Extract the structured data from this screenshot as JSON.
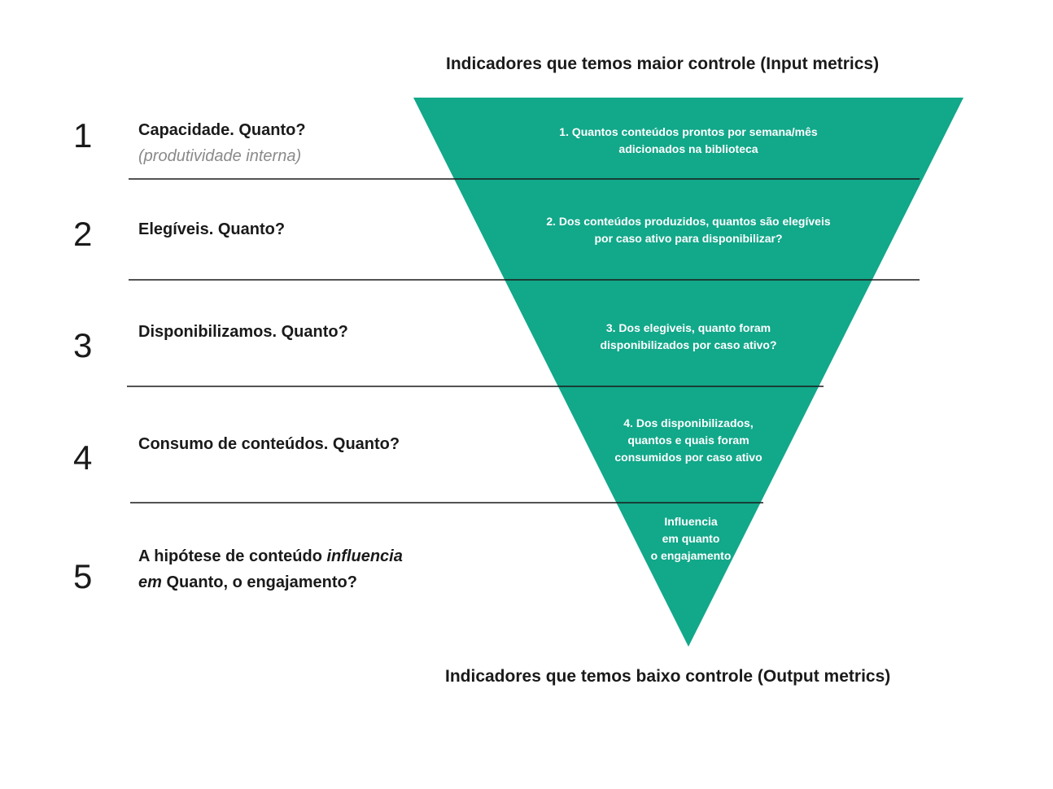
{
  "headings": {
    "top": "Indicadores que temos maior controle (Input metrics)",
    "bottom": "Indicadores que temos baixo controle (Output metrics)"
  },
  "colors": {
    "funnel_fill": "#12a88a",
    "divider": "#1a1a1a",
    "text_dark": "#1a1a1a",
    "sublabel_gray": "#8a8a8a",
    "funnel_text": "#ffffff"
  },
  "rows": [
    {
      "number": "1",
      "label": "Capacidade. Quanto?",
      "sublabel": "(produtividade interna)",
      "funnel_text": "1. Quantos conteúdos prontos por semana/mês\nadicionados na biblioteca"
    },
    {
      "number": "2",
      "label": "Elegíveis. Quanto?",
      "funnel_text": "2. Dos conteúdos produzidos, quantos são elegíveis\npor caso ativo para disponibilizar?"
    },
    {
      "number": "3",
      "label": "Disponibilizamos. Quanto?",
      "funnel_text": "3. Dos elegiveis, quanto foram\ndisponibilizados por caso ativo?"
    },
    {
      "number": "4",
      "label": "Consumo de conteúdos. Quanto?",
      "funnel_text": "4. Dos disponibilizados,\nquantos e quais foram\nconsumidos por caso ativo"
    },
    {
      "number": "5",
      "label_part1": "A hipótese de conteúdo ",
      "label_italic1": "influencia",
      "label_italic2": "em",
      "label_part2": " Quanto, o engajamento?",
      "funnel_text": "Influencia\nem quanto\no engajamento"
    }
  ]
}
